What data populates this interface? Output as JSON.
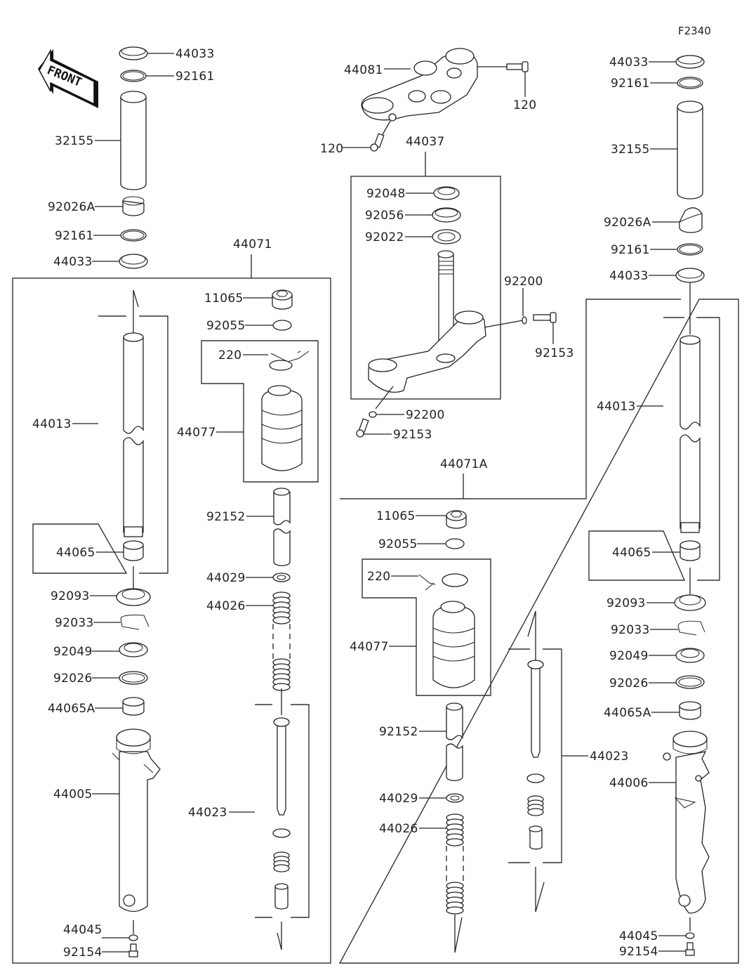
{
  "figure_id": "F2340",
  "front_label": "FRONT",
  "labels": {
    "l_44033_top": "44033",
    "l_92161_top": "92161",
    "l_32155": "32155",
    "l_92026A": "92026A",
    "l_92161_bot": "92161",
    "l_44033_bot": "44033",
    "l_44071": "44071",
    "l_11065": "11065",
    "l_92055": "92055",
    "l_220": "220",
    "l_44077": "44077",
    "l_44013": "44013",
    "l_44065": "44065",
    "l_92152": "92152",
    "l_44029": "44029",
    "l_44026": "44026",
    "l_92093": "92093",
    "l_92033": "92033",
    "l_92049": "92049",
    "l_92026": "92026",
    "l_44065A": "44065A",
    "l_44005": "44005",
    "l_44023": "44023",
    "l_44045": "44045",
    "l_92154": "92154"
  },
  "center_labels": {
    "l_44081": "44081",
    "l_120_right": "120",
    "l_120_left": "120",
    "l_44037": "44037",
    "l_92048": "92048",
    "l_92056": "92056",
    "l_92022": "92022",
    "l_92200_right": "92200",
    "l_92153_right": "92153",
    "l_92200_left": "92200",
    "l_92153_left": "92153"
  },
  "right_labels": {
    "r_44033_top": "44033",
    "r_92161_top": "92161",
    "r_32155": "32155",
    "r_92026A": "92026A",
    "r_92161_bot": "92161",
    "r_44033_bot": "44033",
    "r_44013": "44013",
    "r_44065": "44065",
    "r_44071A": "44071A",
    "r_11065": "11065",
    "r_92055": "92055",
    "r_220": "220",
    "r_44077": "44077",
    "r_92152": "92152",
    "r_44029": "44029",
    "r_44026": "44026",
    "r_92093": "92093",
    "r_92033": "92033",
    "r_92049": "92049",
    "r_92026": "92026",
    "r_44065A": "44065A",
    "r_44023": "44023",
    "r_44006": "44006",
    "r_44045": "44045",
    "r_92154": "92154"
  }
}
